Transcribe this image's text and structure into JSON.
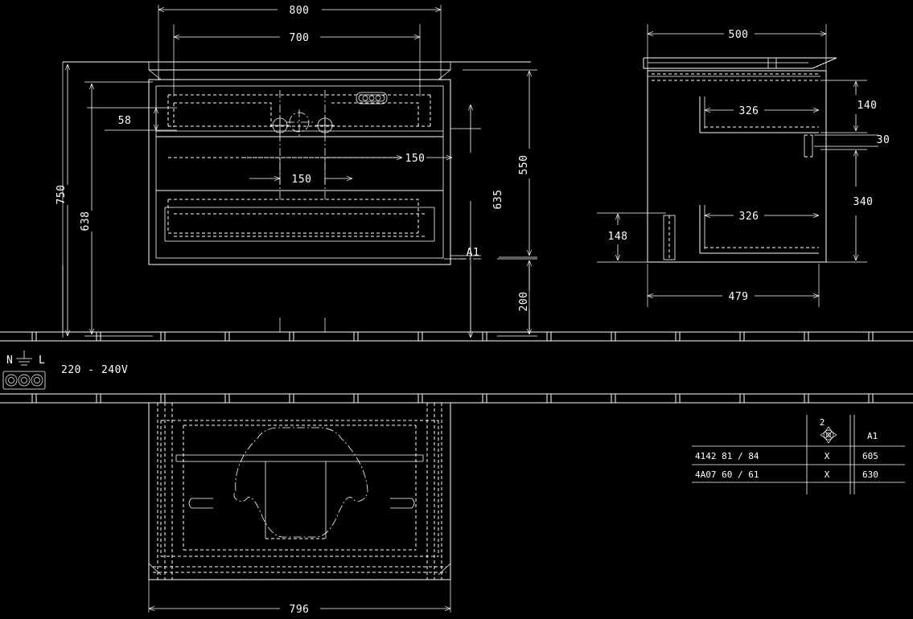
{
  "drawing": {
    "title": "Bathroom vanity unit technical drawing",
    "background_color": "#000000",
    "line_color": "#ffffff"
  },
  "front_view": {
    "name": "front-elevation",
    "dimensions": {
      "overall_width": "800",
      "inner_width": "700",
      "top_offset": "58",
      "total_height": "750",
      "unit_height": "638",
      "basin_height": "550",
      "mount_height": "635",
      "plinth_height": "200",
      "spacing_left": "150",
      "spacing_right": "150",
      "marker": "A1"
    }
  },
  "side_view": {
    "name": "side-elevation",
    "dimensions": {
      "depth": "500",
      "drawer_upper": "326",
      "drawer_lower": "326",
      "top_band": "140",
      "gap": "30",
      "lower_band": "340",
      "foot_height": "148",
      "carcass_depth": "479"
    }
  },
  "electrical": {
    "name": "electrical-note",
    "terminal_n": "N",
    "terminal_l": "L",
    "voltage": "220 - 240V",
    "socket_icon": "socket-outlet-icon",
    "earth_icon": "earth-ground-icon"
  },
  "plan_view": {
    "name": "plan-view",
    "dimensions": {
      "width": "796"
    }
  },
  "table": {
    "name": "reference-table",
    "headers": [
      "",
      "2",
      "A1"
    ],
    "header_icon": "target-crosshair-icon",
    "rows": [
      {
        "code": "4142 81 / 84",
        "mark": "X",
        "a1": "605"
      },
      {
        "code": "4A07 60 / 61",
        "mark": "X",
        "a1": "630"
      }
    ]
  }
}
